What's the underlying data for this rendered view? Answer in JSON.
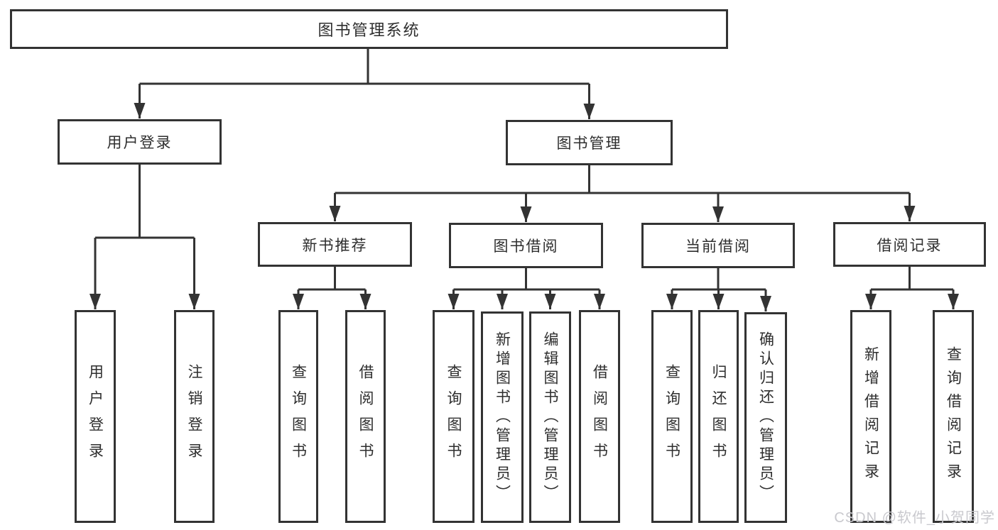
{
  "diagram": {
    "title": "图书管理系统",
    "branches": [
      {
        "label": "用户登录",
        "children": [
          {
            "label": "用户登录"
          },
          {
            "label": "注销登录"
          }
        ]
      },
      {
        "label": "图书管理",
        "children": [
          {
            "label": "新书推荐",
            "children": [
              {
                "label": "查询图书"
              },
              {
                "label": "借阅图书"
              }
            ]
          },
          {
            "label": "图书借阅",
            "children": [
              {
                "label": "查询图书"
              },
              {
                "label": "新增图书（管理员）"
              },
              {
                "label": "编辑图书（管理员）"
              },
              {
                "label": "借阅图书"
              }
            ]
          },
          {
            "label": "当前借阅",
            "children": [
              {
                "label": "查询图书"
              },
              {
                "label": "归还图书"
              },
              {
                "label": "确认归还（管理员）"
              }
            ]
          },
          {
            "label": "借阅记录",
            "children": [
              {
                "label": "新增借阅记录"
              },
              {
                "label": "查询借阅记录"
              }
            ]
          }
        ]
      }
    ]
  },
  "watermark": {
    "text": "CSDN @软件_小贺同学",
    "color": "#c9c9ce"
  },
  "colors": {
    "line": "#333333",
    "box_border": "#333333",
    "text": "#2e2e2e",
    "background": "#ffffff"
  }
}
